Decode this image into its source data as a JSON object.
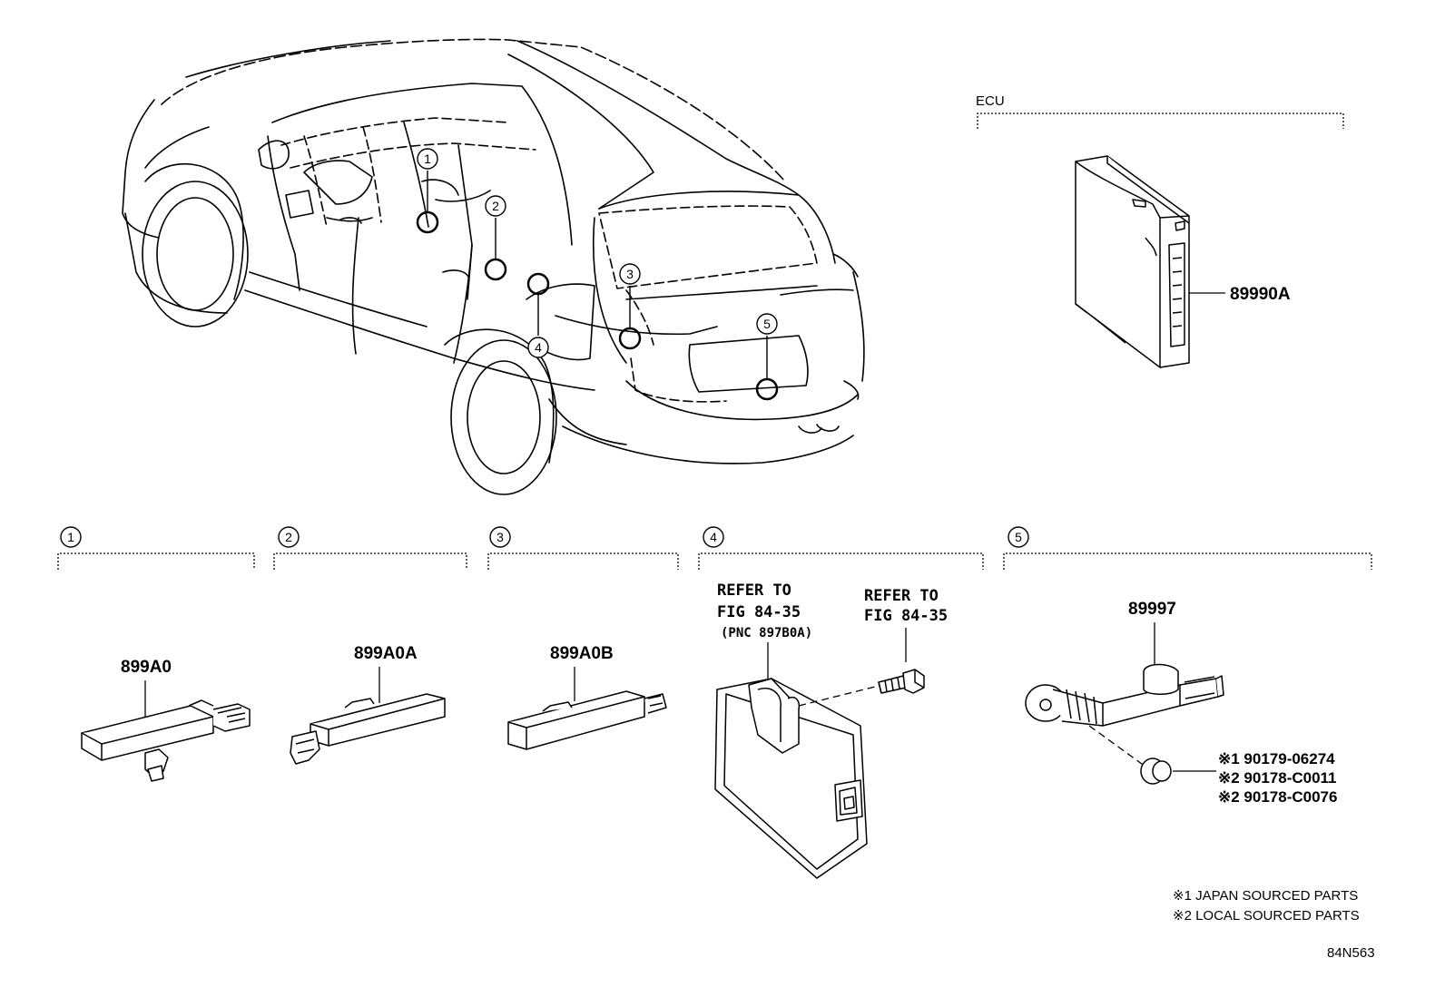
{
  "ecu_section": {
    "title": "ECU",
    "part_number": "89990A"
  },
  "sections": [
    {
      "number": "1",
      "parts": [
        "899A0"
      ]
    },
    {
      "number": "2",
      "parts": [
        "899A0A"
      ]
    },
    {
      "number": "3",
      "parts": [
        "899A0B"
      ]
    },
    {
      "number": "4",
      "refer_left": [
        "REFER TO",
        "FIG 84-35",
        "(PNC 897B0A)"
      ],
      "refer_right": [
        "REFER TO",
        "FIG 84-35"
      ]
    },
    {
      "number": "5",
      "parts": [
        "89997"
      ],
      "fasteners": [
        "※1 90179-06274",
        "※2 90178-C0011",
        "※2 90178-C0076"
      ]
    }
  ],
  "vehicle_callouts": [
    "1",
    "2",
    "3",
    "4",
    "5"
  ],
  "notes": {
    "japan": "※1 JAPAN SOURCED PARTS",
    "local": "※2 LOCAL SOURCED PARTS"
  },
  "figure_code": "84N563"
}
